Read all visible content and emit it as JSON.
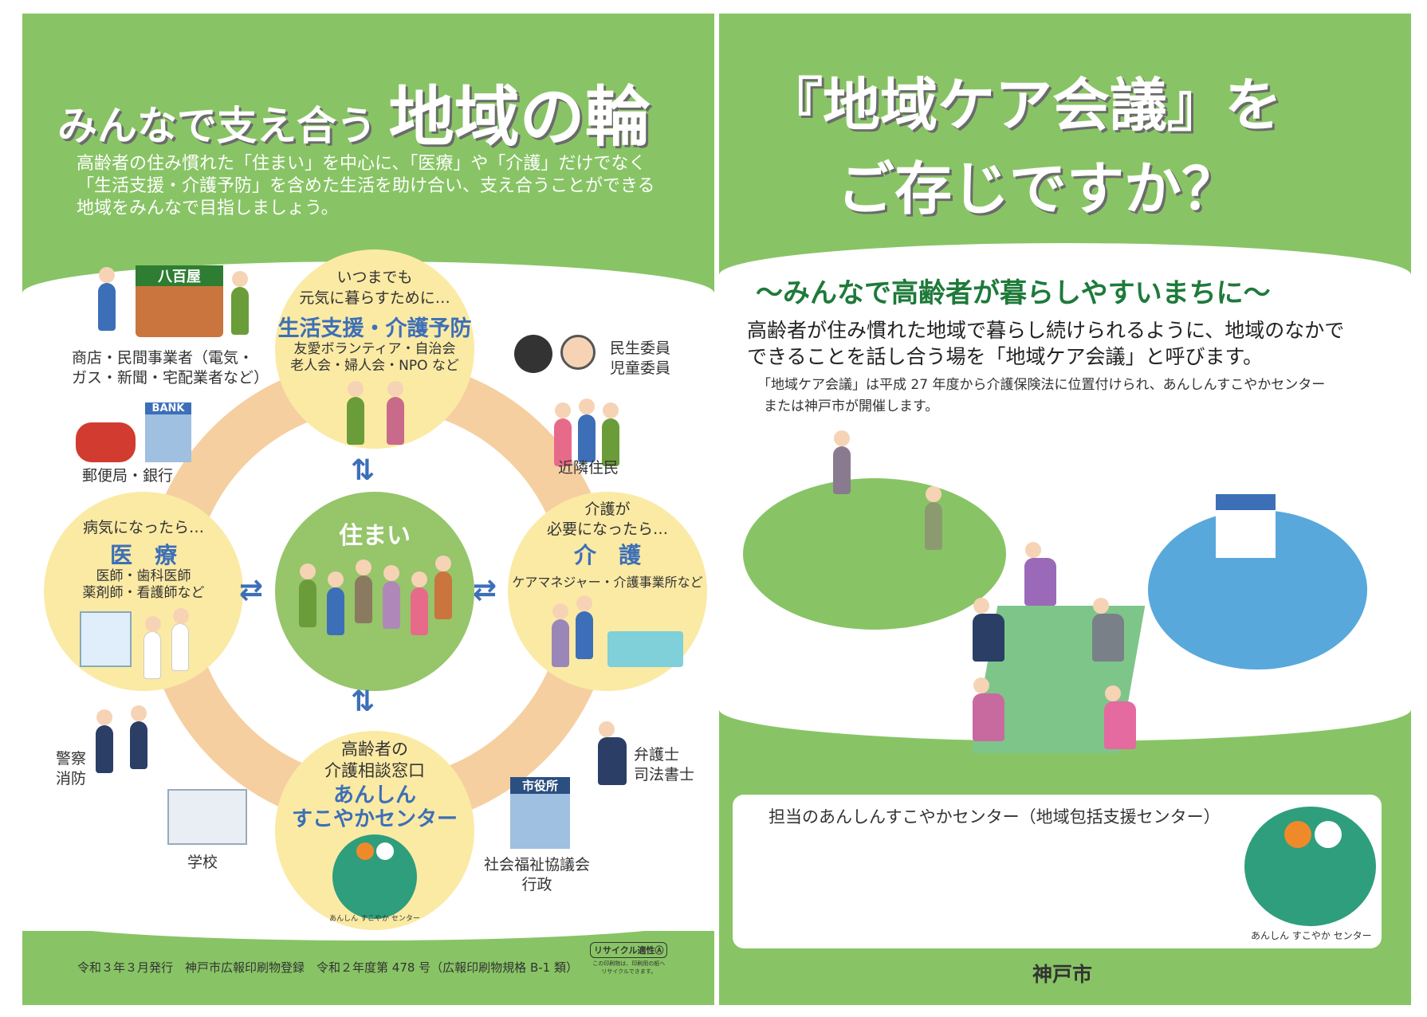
{
  "left": {
    "title_small": "みんなで支え合う",
    "title_big": "地域の輪",
    "intro": [
      "高齢者の住み慣れた「住まい」を中心に、「医療」や「介護」だけでなく",
      "「生活支援・介護予防」を含めた生活を助け合い、支え合うことができる",
      "地域をみんなで目指しましょう。"
    ],
    "center": "住まい",
    "top": {
      "sub": [
        "いつまでも",
        "元気に暮らすために…"
      ],
      "head": "生活支援・介護予防",
      "desc": [
        "友愛ボランティア・自治会",
        "老人会・婦人会・NPO など"
      ]
    },
    "left_circle": {
      "sub": "病気になったら…",
      "head": "医　療",
      "desc": [
        "医師・歯科医師",
        "薬剤師・看護師など"
      ]
    },
    "right_circle": {
      "sub": [
        "介護が",
        "必要になったら…"
      ],
      "head": "介　護",
      "desc": "ケアマネジャー・介護事業所など"
    },
    "bottom": {
      "sub": [
        "高齢者の",
        "介護相談窓口"
      ],
      "head": [
        "あんしん",
        "すこやかセンター"
      ],
      "logo": "あんしん すこやか センター"
    },
    "labels": {
      "shops": [
        "商店・民間事業者（電気・",
        "ガス・新聞・宅配業者など）"
      ],
      "shop_sign": "八百屋",
      "bank_sign": "BANK",
      "post_bank": "郵便局・銀行",
      "commissioners": [
        "民生委員",
        "児童委員"
      ],
      "neighbors": "近隣住民",
      "police": [
        "警察",
        "消防"
      ],
      "school": "学校",
      "city_office_sign": "市役所",
      "welfare": [
        "社会福祉協議会",
        "行政"
      ],
      "lawyer": [
        "弁護士",
        "司法書士"
      ]
    },
    "footer": "令和３年３月発行　神戸市広報印刷物登録　令和２年度第 478 号（広報印刷物規格 B-1 類）",
    "recycle": {
      "mark": "リサイクル適性Ⓐ",
      "note": [
        "この印刷物は、印刷用の紙へ",
        "リサイクルできます。"
      ]
    }
  },
  "right": {
    "title": [
      "『地域ケア会議』を",
      "ご存じですか？"
    ],
    "subtitle": "～みんなで高齢者が暮らしやすいまちに～",
    "body": [
      "高齢者が住み慣れた地域で暮らし続けられるように、地域のなかで",
      "できることを話し合う場を「地域ケア会議」と呼びます。"
    ],
    "note": [
      "「地域ケア会議」は平成 27 年度から介護保険法に位置付けられ、あんしんすこやかセンター",
      "または神戸市が開催します。"
    ],
    "box_title": "担当のあんしんすこやかセンター（地域包括支援センター）",
    "logo": "あんしん すこやか センター",
    "city": "神戸市"
  },
  "colors": {
    "green": "#88c465",
    "dark_green": "#2e7d32",
    "blue": "#3d6fb8",
    "ring": "#f6cfa0",
    "circle": "#fbeaa4",
    "teal": "#2e9e7c",
    "orange": "#ef8a2a"
  }
}
